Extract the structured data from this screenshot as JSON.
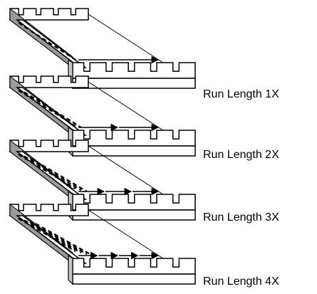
{
  "figure": {
    "colors": {
      "ink": "#000000",
      "panel_shade": "#c8c8c8",
      "panel_dark": "#9a9a9a",
      "background": "#ffffff"
    },
    "panels": [
      {
        "label": "Run Length 1X",
        "run_length": 1
      },
      {
        "label": "Run Length 2X",
        "run_length": 2
      },
      {
        "label": "Run Length 3X",
        "run_length": 3
      },
      {
        "label": "Run Length 4X",
        "run_length": 4
      }
    ]
  }
}
